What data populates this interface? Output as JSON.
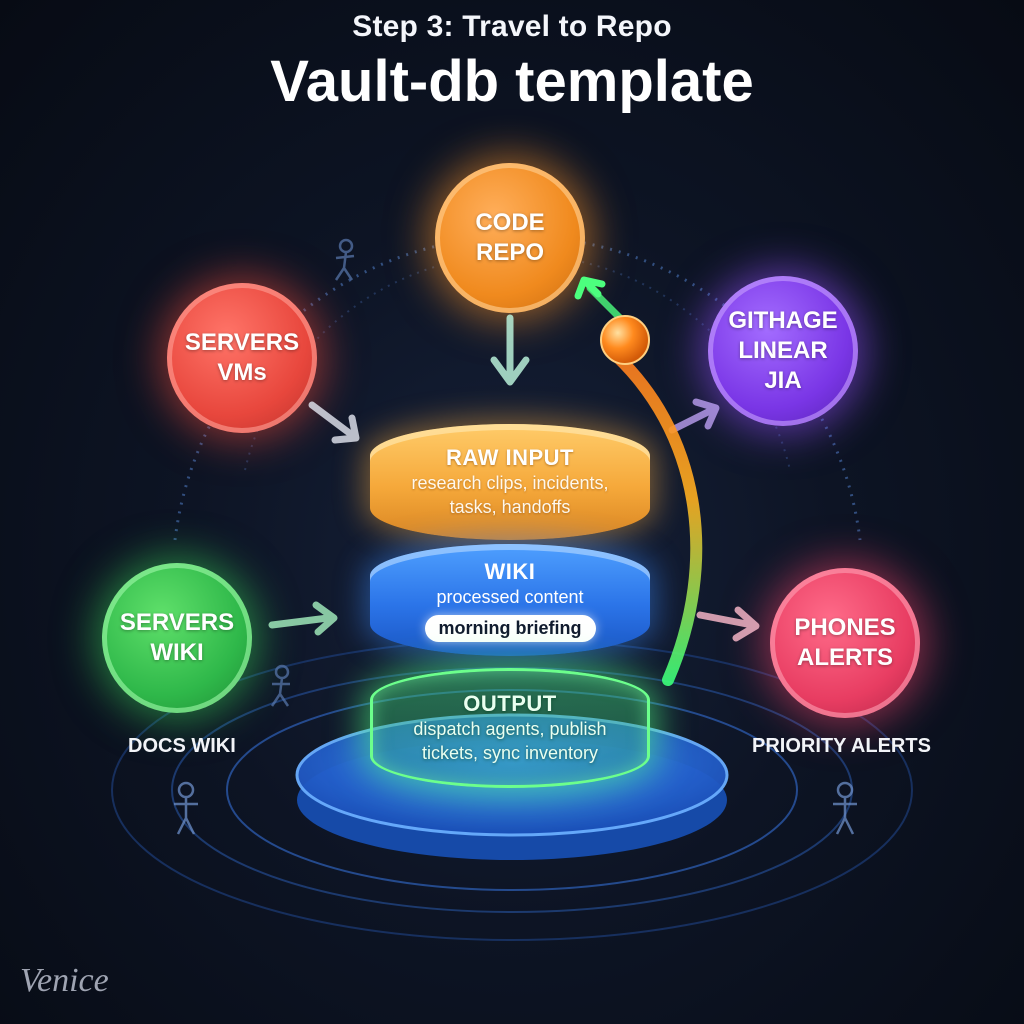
{
  "header": {
    "subtitle": "Step 3: Travel to Repo",
    "title": "Vault-db template"
  },
  "nodes": {
    "code_repo": [
      "CODE",
      "REPO"
    ],
    "servers_vms": [
      "SERVERS",
      "VMs"
    ],
    "githage": [
      "GITHAGE",
      "LINEAR",
      "JIA"
    ],
    "servers_wiki": [
      "SERVERS",
      "WIKI"
    ],
    "phones_alerts": [
      "PHONES",
      "ALERTS"
    ]
  },
  "side_labels": {
    "docs_wiki": "DOCS WIKI",
    "priority_alerts": "PRIORITY ALERTS"
  },
  "layers": {
    "raw_input": {
      "title": "RAW INPUT",
      "lines": [
        "research clips, incidents,",
        "tasks, handoffs"
      ]
    },
    "wiki": {
      "title": "WIKI",
      "lines": [
        "processed content"
      ],
      "chip": "morning briefing"
    },
    "output": {
      "title": "OUTPUT",
      "lines": [
        "dispatch agents, publish",
        "tickets, sync inventory"
      ]
    }
  },
  "watermark": "Venice",
  "colors": {
    "background": "#0d1424",
    "code_repo": "#f08a1e",
    "servers_vms": "#e8473d",
    "githage": "#7a36e6",
    "servers_wiki": "#2fb84a",
    "phones_alerts": "#e83d62",
    "raw_input": "#f5a83a",
    "wiki": "#2b74e8",
    "output": "#6cff8c"
  }
}
